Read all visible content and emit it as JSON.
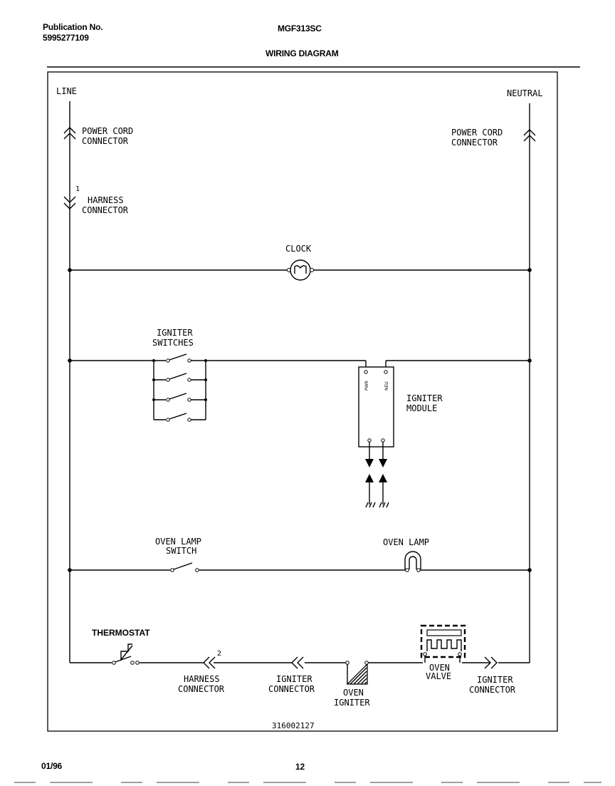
{
  "header": {
    "publication_label": "Publication No.",
    "publication_number": "5995277109",
    "model": "MGF313SC",
    "title": "WIRING DIAGRAM"
  },
  "footer": {
    "date": "01/96",
    "page": "12"
  },
  "diagram": {
    "line_label": "LINE",
    "neutral_label": "NEUTRAL",
    "power_cord_connector_left": [
      "POWER CORD",
      "CONNECTOR"
    ],
    "power_cord_connector_right": [
      "POWER CORD",
      "CONNECTOR"
    ],
    "harness_connector_top_number": "1",
    "harness_connector_top": [
      "HARNESS",
      "CONNECTOR"
    ],
    "clock": "CLOCK",
    "igniter_switches": [
      "IGNITER",
      "SWITCHES"
    ],
    "igniter_module": [
      "IGNITER",
      "MODULE"
    ],
    "module_terminal_pwr": "PWR",
    "module_terminal_neu": "NEU",
    "oven_lamp_switch": [
      "OVEN LAMP",
      "SWITCH"
    ],
    "oven_lamp": "OVEN LAMP",
    "thermostat": "THERMOSTAT",
    "harness_connector_bottom_number": "2",
    "harness_connector_bottom": [
      "HARNESS",
      "CONNECTOR"
    ],
    "igniter_connector_left": [
      "IGNITER",
      "CONNECTOR"
    ],
    "oven_igniter": [
      "OVEN",
      "IGNITER"
    ],
    "oven_valve": [
      "OVEN",
      "VALVE"
    ],
    "igniter_connector_right": [
      "IGNITER",
      "CONNECTOR"
    ],
    "part_number": "316002127"
  }
}
